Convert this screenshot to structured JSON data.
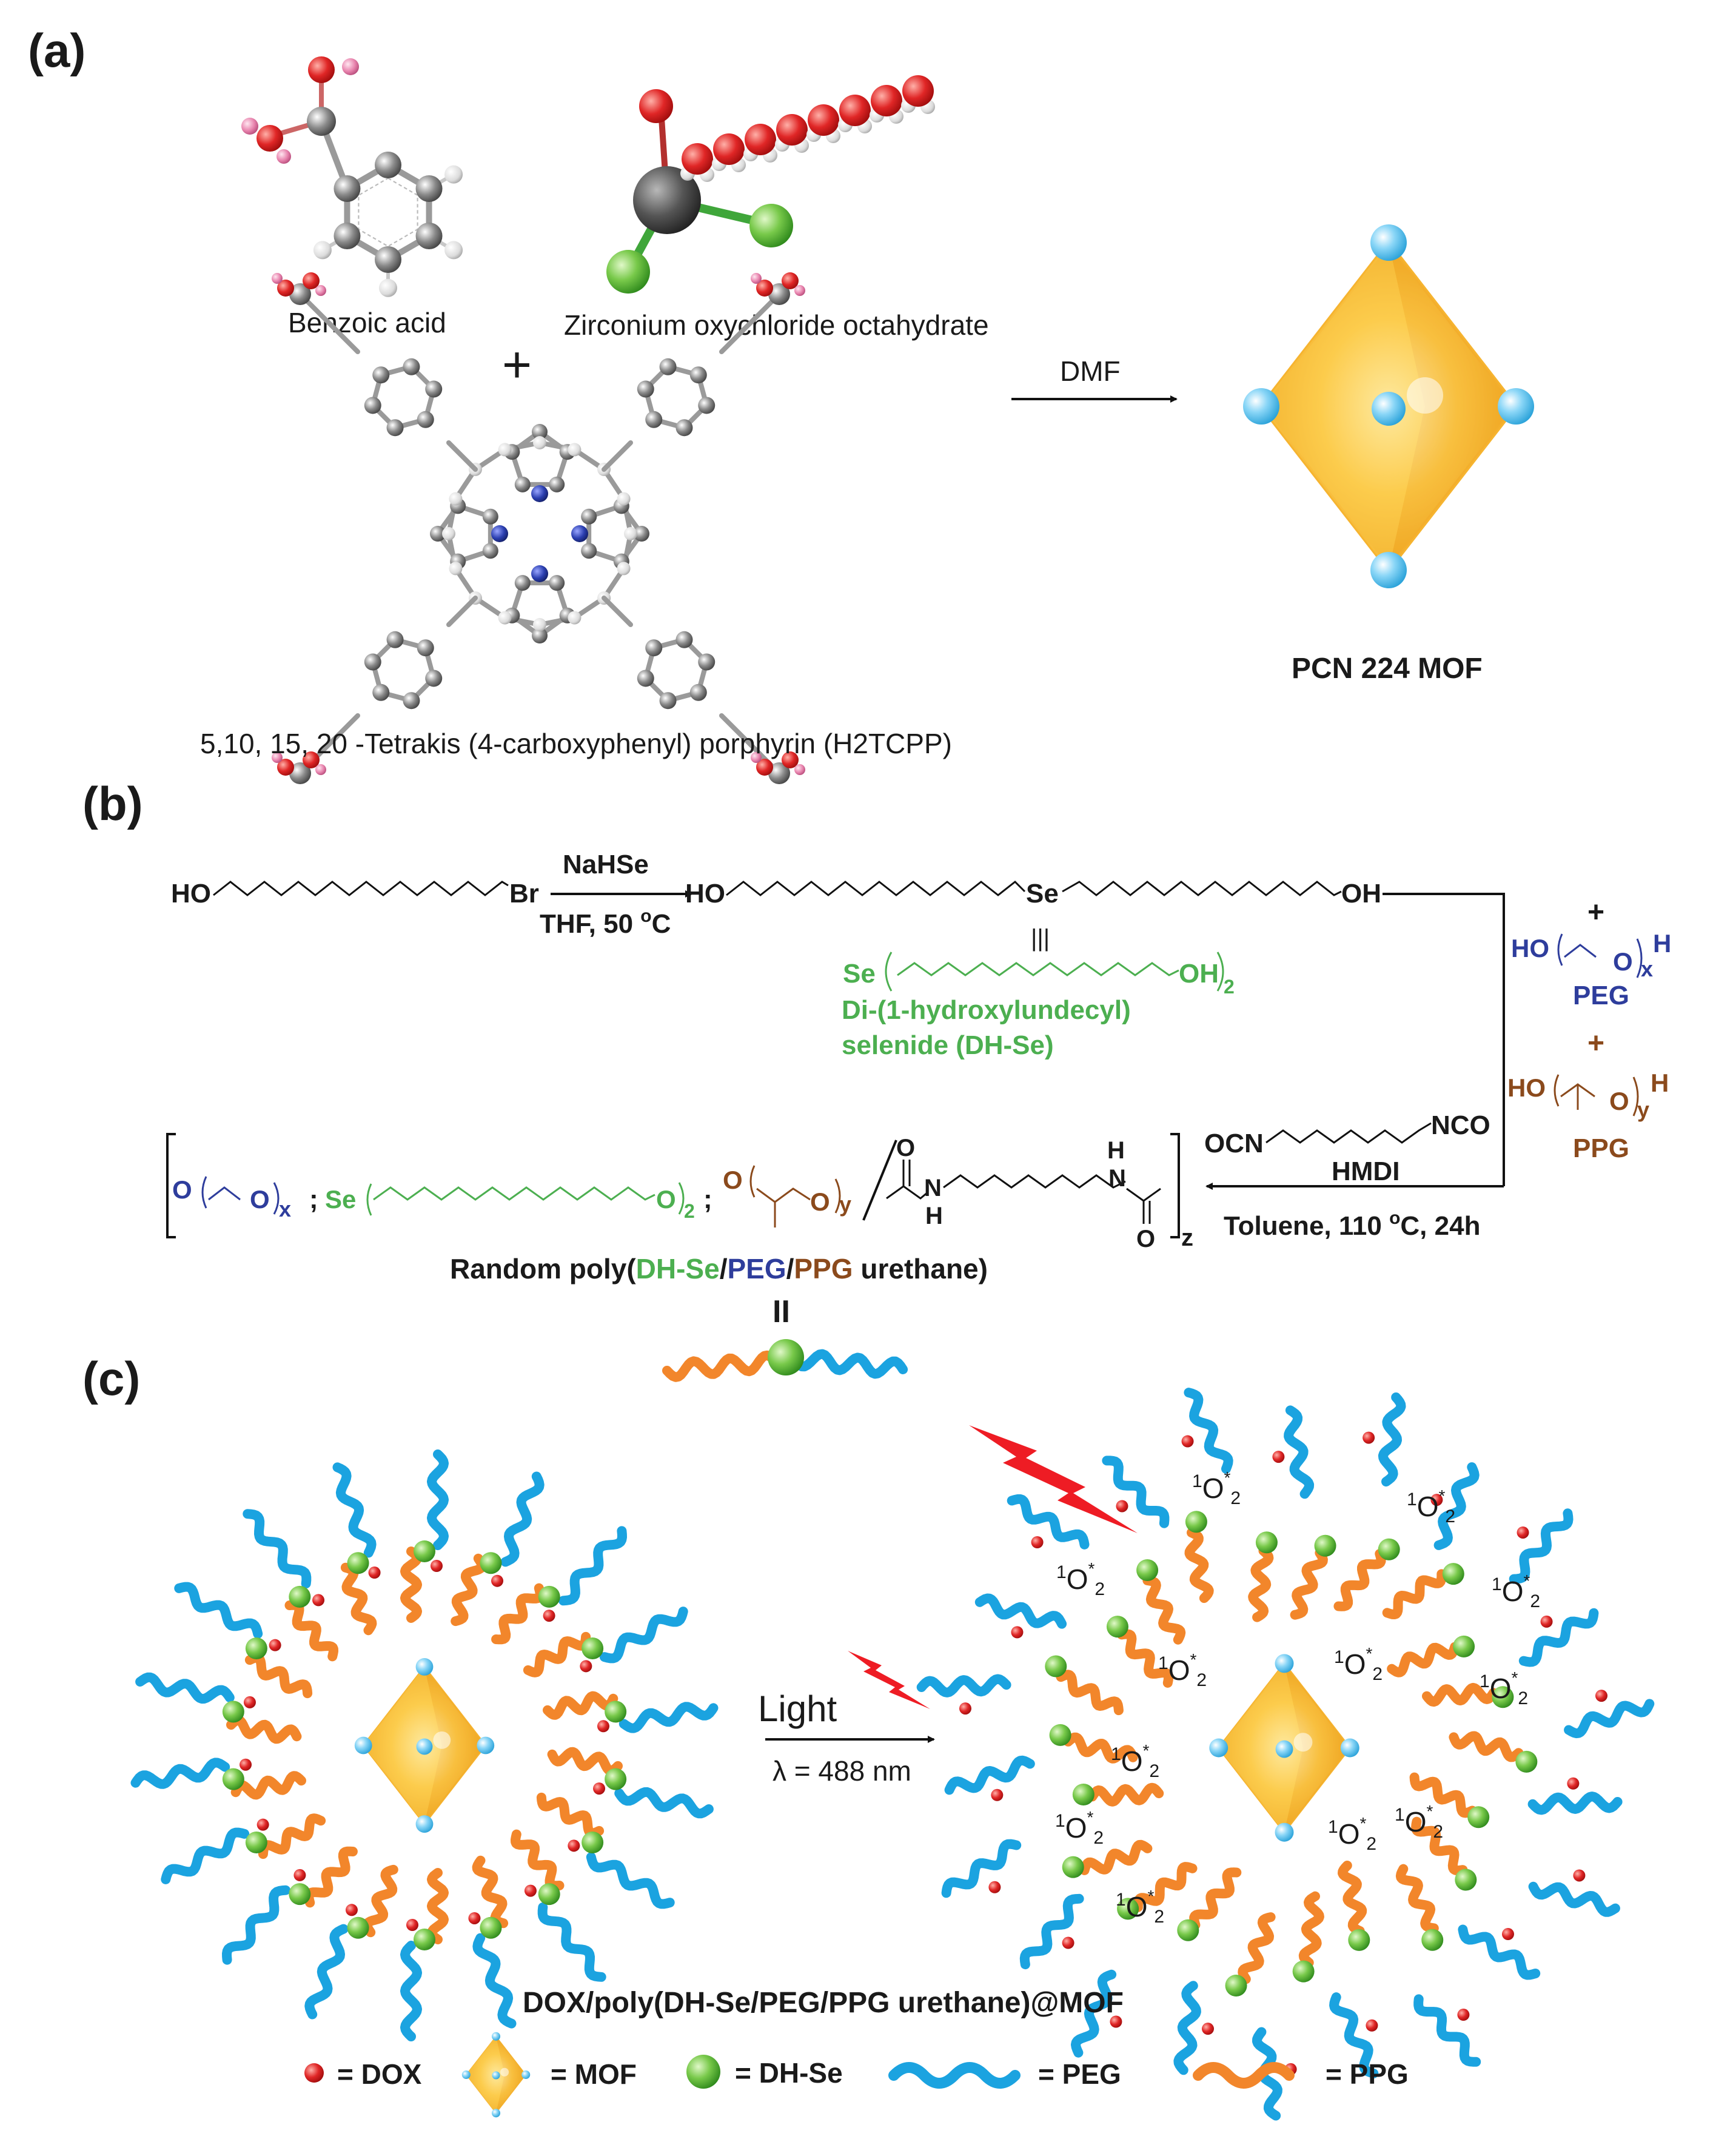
{
  "panels": [
    "(a)",
    "(b)",
    "(c)"
  ],
  "panel_a": {
    "benzoic_acid": "Benzoic acid",
    "zirconium": "Zirconium oxychloride octahydrate",
    "plus": "+",
    "porphyrin": "5,10, 15, 20 -Tetrakis (4-carboxyphenyl) porphyrin (H2TCPP)",
    "reagent": "DMF",
    "product": "PCN 224 MOF"
  },
  "panel_b": {
    "ho_left": "HO",
    "br": "Br",
    "reagent_top": "NaHSe",
    "reagent_bottom_1": "THF, 50 ",
    "reagent_bottom_sup": "o",
    "reagent_bottom_2": "C",
    "ho_mid": "HO",
    "se": "Se",
    "oh_end": "OH",
    "equiv": "|||",
    "dhse_se": "Se",
    "dhse_oh": "OH",
    "dhse_sub": "2",
    "dhse_name_1": "Di-(1-hydroxylundecyl)",
    "dhse_name_2": "selenide (DH-Se)",
    "plus_1": "+",
    "peg_ho": "HO",
    "peg_o": "O",
    "peg_x": "x",
    "peg_h": "H",
    "peg_name": "PEG",
    "plus_2": "+",
    "ppg_ho": "HO",
    "ppg_o": "O",
    "ppg_y": "y",
    "ppg_h": "H",
    "ppg_name": "PPG",
    "ocn": "OCN",
    "nco": "NCO",
    "hmdi": "HMDI",
    "cond_1": "Toluene, 110 ",
    "cond_sup": "o",
    "cond_2": "C, 24h",
    "poly_o1": "O",
    "poly_o2": "O",
    "poly_x": "x",
    "poly_semi1": ";",
    "poly_se": "Se",
    "poly_o3": "O",
    "poly_2": "2",
    "poly_semi2": ";",
    "poly_o4": "O",
    "poly_o5": "O",
    "poly_y": "y",
    "poly_co1": "O",
    "poly_n1": "N",
    "poly_h1": "H",
    "poly_n2": "N",
    "poly_h2": "H",
    "poly_co2": "O",
    "poly_z": "z",
    "title_a": "Random poly(",
    "title_dhse": "DH-Se",
    "title_slash1": "/",
    "title_peg": "PEG",
    "title_slash2": "/",
    "title_ppg": "PPG",
    "title_b": " urethane)",
    "equals": "II"
  },
  "panel_c": {
    "light": "Light",
    "wavelength": "λ = 488 nm",
    "singlet_1": "1",
    "singlet_o": "O",
    "singlet_star": "*",
    "singlet_2": "2",
    "caption": "DOX/poly(DH-Se/PEG/PPG urethane)@MOF",
    "legend": {
      "dox": "= DOX",
      "mof": "= MOF",
      "dhse": "= DH-Se",
      "peg": "= PEG",
      "ppg": "= PPG"
    }
  },
  "colors": {
    "dhse_green": "#4caf50",
    "peg_blue": "#2e3d9c",
    "peg_wave": "#1ba3e0",
    "ppg_brown": "#8b4a1c",
    "ppg_wave": "#f2862b",
    "dox_red": "#e31d1d",
    "mof_gold": "#f7b52b",
    "mof_node": "#58c3ef",
    "flash_red": "#ee1c24"
  }
}
